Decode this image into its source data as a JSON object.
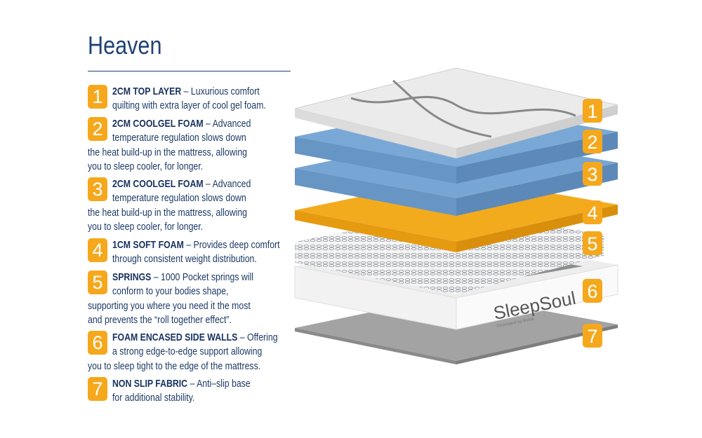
{
  "title": "Heaven",
  "items": [
    {
      "number": "1",
      "heading": "2CM TOP LAYER",
      "lines": [
        " – Luxurious comfort",
        "quilting with extra layer of cool gel foam."
      ]
    },
    {
      "number": "2",
      "heading": "2CM COOLGEL FOAM",
      "lines": [
        " – Advanced",
        "temperature regulation slows down",
        "the heat build-up in the mattress, allowing",
        "you to sleep cooler, for longer."
      ]
    },
    {
      "number": "3",
      "heading": "2CM COOLGEL FOAM",
      "lines": [
        " – Advanced",
        "temperature regulation slows down",
        "the heat build-up in the mattress, allowing",
        "you to sleep cooler, for longer."
      ]
    },
    {
      "number": "4",
      "heading": "1CM SOFT FOAM",
      "lines": [
        " – Provides deep comfort",
        "through consistent weight distribution."
      ]
    },
    {
      "number": "5",
      "heading": "SPRINGS",
      "lines": [
        " – 1000 Pocket springs will",
        "conform to your bodies shape,",
        "supporting you where you need it the most",
        "and prevents the “roll together effect”."
      ]
    },
    {
      "number": "6",
      "heading": "FOAM ENCASED SIDE WALLS",
      "lines": [
        " – Offering",
        "a strong edge-to-edge support allowing",
        "you to sleep tight to the edge of the mattress."
      ]
    },
    {
      "number": "7",
      "heading": "NON SLIP FABRIC",
      "lines": [
        " – Anti–slip base",
        "for additional stability."
      ]
    }
  ],
  "diagram": {
    "brand": "SleepSoul",
    "brand_tagline": "Developed by Birlea",
    "labels": [
      "1",
      "2",
      "3",
      "4",
      "5",
      "6",
      "7"
    ]
  },
  "colors": {
    "text": "#1d3a66",
    "badge": "#f5a81c",
    "gel_foam": "#6f9fcf",
    "soft_foam": "#f2a71b",
    "base": "#9a9a9a"
  }
}
